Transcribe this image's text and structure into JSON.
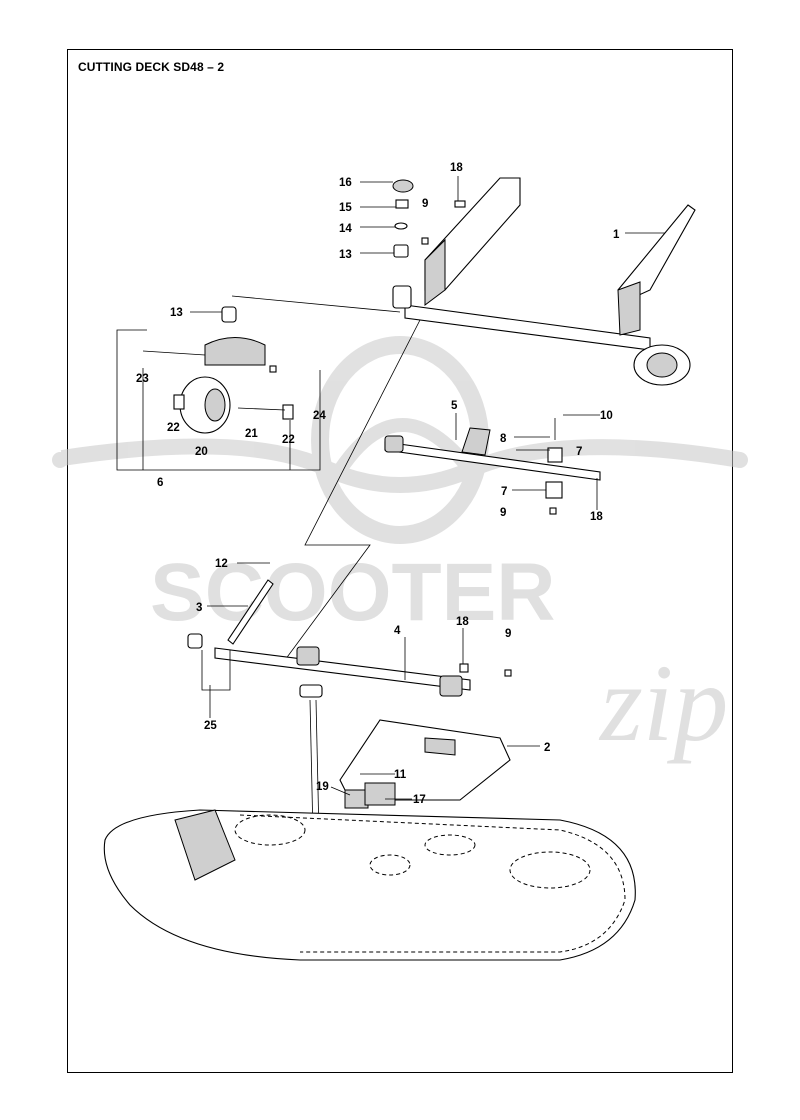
{
  "title": "CUTTING DECK SD48 – 2",
  "watermark": {
    "brand": "SCOOTER",
    "script": "zip",
    "color": "#cccccc"
  },
  "callouts": [
    {
      "id": "c1",
      "label": "1"
    },
    {
      "id": "c2",
      "label": "2"
    },
    {
      "id": "c3",
      "label": "3"
    },
    {
      "id": "c4",
      "label": "4"
    },
    {
      "id": "c5",
      "label": "5"
    },
    {
      "id": "c6",
      "label": "6"
    },
    {
      "id": "c7a",
      "label": "7"
    },
    {
      "id": "c7b",
      "label": "7"
    },
    {
      "id": "c8",
      "label": "8"
    },
    {
      "id": "c9a",
      "label": "9"
    },
    {
      "id": "c9b",
      "label": "9"
    },
    {
      "id": "c9c",
      "label": "9"
    },
    {
      "id": "c10",
      "label": "10"
    },
    {
      "id": "c11",
      "label": "11"
    },
    {
      "id": "c12",
      "label": "12"
    },
    {
      "id": "c13a",
      "label": "13"
    },
    {
      "id": "c13b",
      "label": "13"
    },
    {
      "id": "c14",
      "label": "14"
    },
    {
      "id": "c15",
      "label": "15"
    },
    {
      "id": "c16",
      "label": "16"
    },
    {
      "id": "c17",
      "label": "17"
    },
    {
      "id": "c18a",
      "label": "18"
    },
    {
      "id": "c18b",
      "label": "18"
    },
    {
      "id": "c18c",
      "label": "18"
    },
    {
      "id": "c19",
      "label": "19"
    },
    {
      "id": "c20",
      "label": "20"
    },
    {
      "id": "c21",
      "label": "21"
    },
    {
      "id": "c22a",
      "label": "22"
    },
    {
      "id": "c22b",
      "label": "22"
    },
    {
      "id": "c23",
      "label": "23"
    },
    {
      "id": "c24",
      "label": "24"
    },
    {
      "id": "c25",
      "label": "25"
    }
  ]
}
